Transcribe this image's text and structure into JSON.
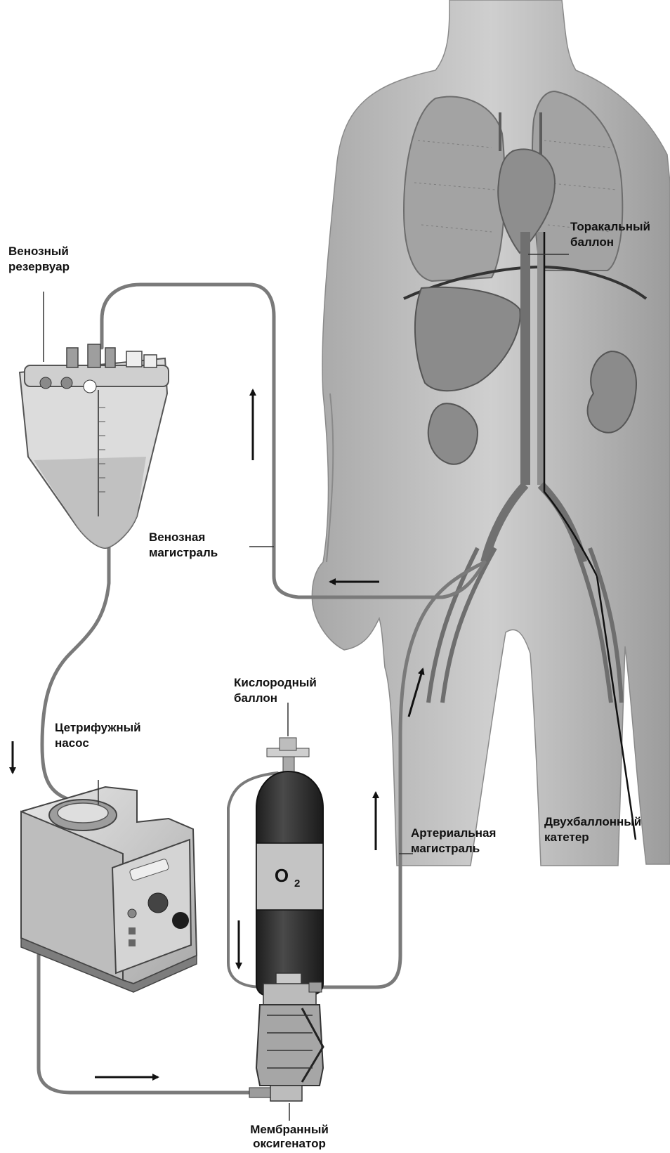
{
  "colors": {
    "background": "#ffffff",
    "body_fill": "#bdbdbd",
    "body_shade": "#8f8f8f",
    "organ_fill": "#9a9a9a",
    "tube": "#7a7a7a",
    "line_dark": "#111111",
    "cylinder": "#2e2e2e",
    "cylinder_band": "#c4c4c4"
  },
  "icons": [
    "human-body-silhouette",
    "lungs-icon",
    "heart-icon",
    "liver-icon",
    "kidney-icon",
    "venous-reservoir-icon",
    "centrifugal-pump-icon",
    "oxygen-cylinder-icon",
    "membrane-oxygenator-icon",
    "flow-arrow-icon"
  ],
  "labels": {
    "thoracic_balloon": [
      "Торакальный",
      "баллон"
    ],
    "venous_reservoir": [
      "Венозный",
      "резервуар"
    ],
    "venous_line": [
      "Венозная",
      "магистраль"
    ],
    "oxygen_cylinder": [
      "Кислородный",
      "баллон"
    ],
    "centrifugal_pump": [
      "Цетрифужный",
      "насос"
    ],
    "arterial_line": [
      "Артериальная",
      "магистраль"
    ],
    "double_balloon_catheter": [
      "Двухбаллонный",
      "катетер"
    ],
    "membrane_oxygenator": [
      "Мембранный",
      "оксигенатор"
    ]
  },
  "cylinder_marking": {
    "symbol": "O",
    "subscript": "2"
  }
}
